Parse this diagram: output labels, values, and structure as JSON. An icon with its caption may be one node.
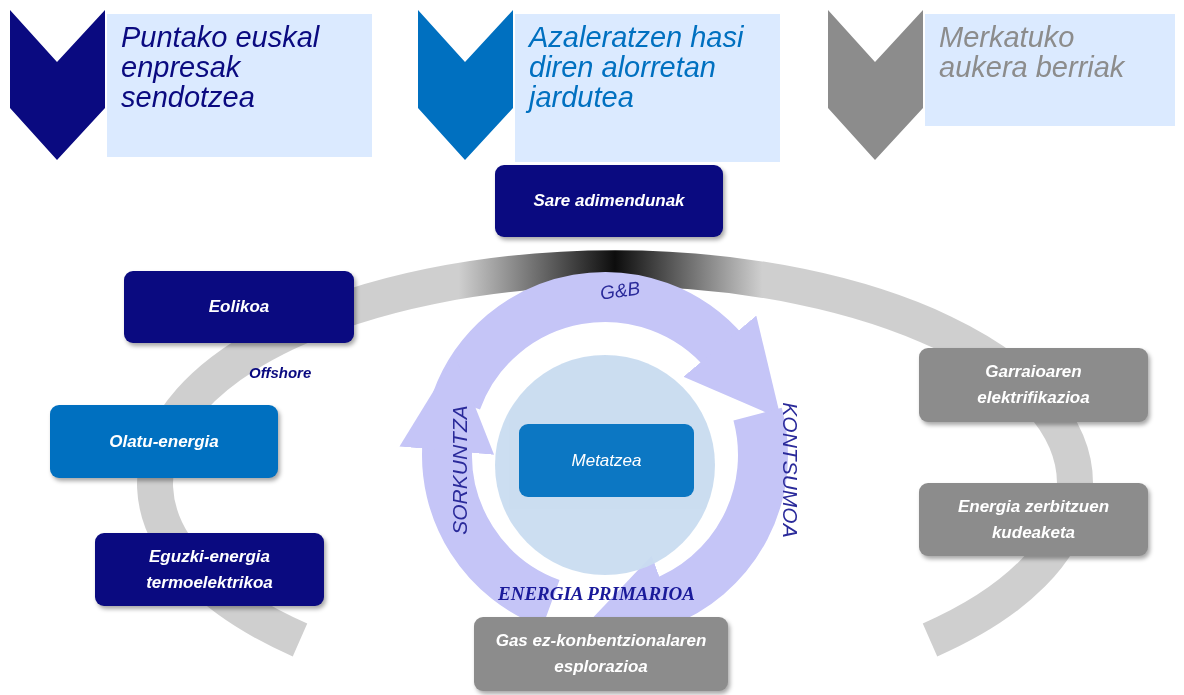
{
  "diagram": {
    "nodes": [
      {
        "text": [
          "Puntako euskal enpresak sendotzea"
        ]
      },
      {
        "text": [
          "Azaleratzen hasi diren alorretan jardutea"
        ]
      },
      {
        "text": [
          "Merkatuko aukera berriak"
        ]
      },
      {
        "text": [
          "Sare adimendunak"
        ]
      },
      {
        "text": [
          "Eolikoa"
        ]
      },
      {
        "text": [
          "Olatu-energia"
        ]
      },
      {
        "text": [
          "Eguzki-energia termoelektrikoa"
        ]
      },
      {
        "text": [
          "Garraioaren elektrifikazioa"
        ]
      },
      {
        "text": [
          "Energia zerbitzuen kudeaketa"
        ]
      },
      {
        "text": [],
        "shape": "circle"
      },
      {
        "text": [
          "Metatzea"
        ],
        "in": 9
      },
      {
        "text": [
          "Gas ez-konbentzionalaren esplorazioa"
        ]
      }
    ],
    "labels": [
      "Offshore",
      "G&B",
      "SORKUNTZA",
      "KONTSUMOA",
      "ENERGIA PRIMARIOA"
    ]
  }
}
